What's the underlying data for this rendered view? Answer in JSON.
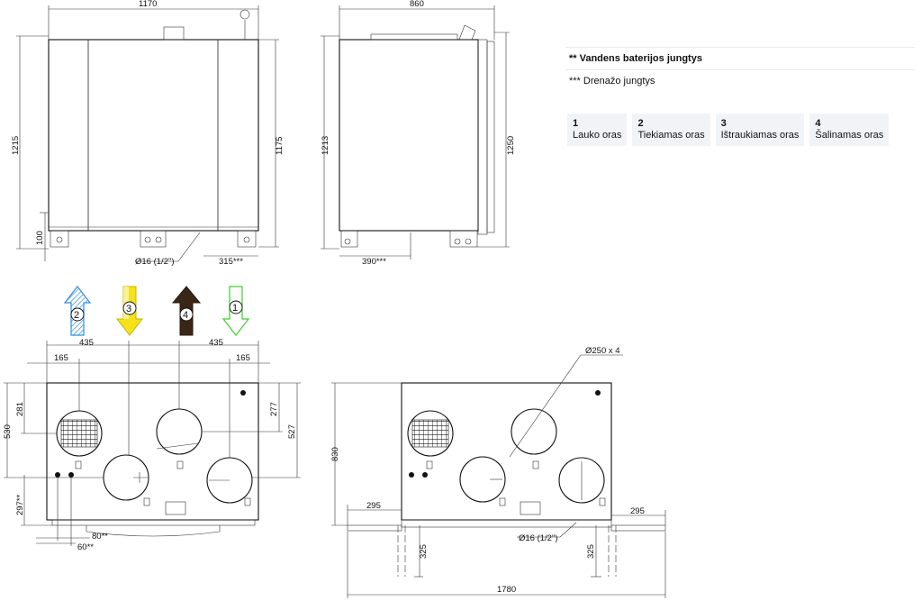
{
  "notes": {
    "water_connections": "** Vandens baterijos jungtys",
    "drain_connections": "*** Drenažo jungtys"
  },
  "legend": [
    {
      "num": "1",
      "label": "Lauko oras"
    },
    {
      "num": "2",
      "label": "Tiekiamas oras"
    },
    {
      "num": "3",
      "label": "Ištraukiamas oras"
    },
    {
      "num": "4",
      "label": "Šalinamas oras"
    }
  ],
  "front_view": {
    "width": "1170",
    "height_total": "1215",
    "height_body": "1175",
    "foot": "100",
    "drain_dia": "Ø16 (1/2\")",
    "drain_offset": "315***"
  },
  "side_view": {
    "width": "860",
    "height_left": "1213",
    "height_right": "1250",
    "drain_offset": "390***"
  },
  "airflow_arrows": [
    {
      "num": "2",
      "color": "#2e8fe0"
    },
    {
      "num": "3",
      "color": "#f5e21a"
    },
    {
      "num": "4",
      "color": "#3a2616"
    },
    {
      "num": "1",
      "color": "#3cd02a"
    }
  ],
  "top_view": {
    "spacing_left": "435",
    "spacing_right": "435",
    "offset_left": "165",
    "offset_right": "165",
    "height_left": "530",
    "upper_left": "281",
    "upper_right": "277",
    "height_right": "527",
    "water_height": "297**",
    "water_x1": "80**",
    "water_x2": "60**"
  },
  "top_view_mounted": {
    "duct_dia": "Ø250 x 4",
    "depth": "830",
    "bracket_left": "295",
    "bracket_right": "295",
    "leg_left": "325",
    "leg_right": "325",
    "drain_dia": "Ø16 (1/2\")",
    "total_width": "1780"
  }
}
